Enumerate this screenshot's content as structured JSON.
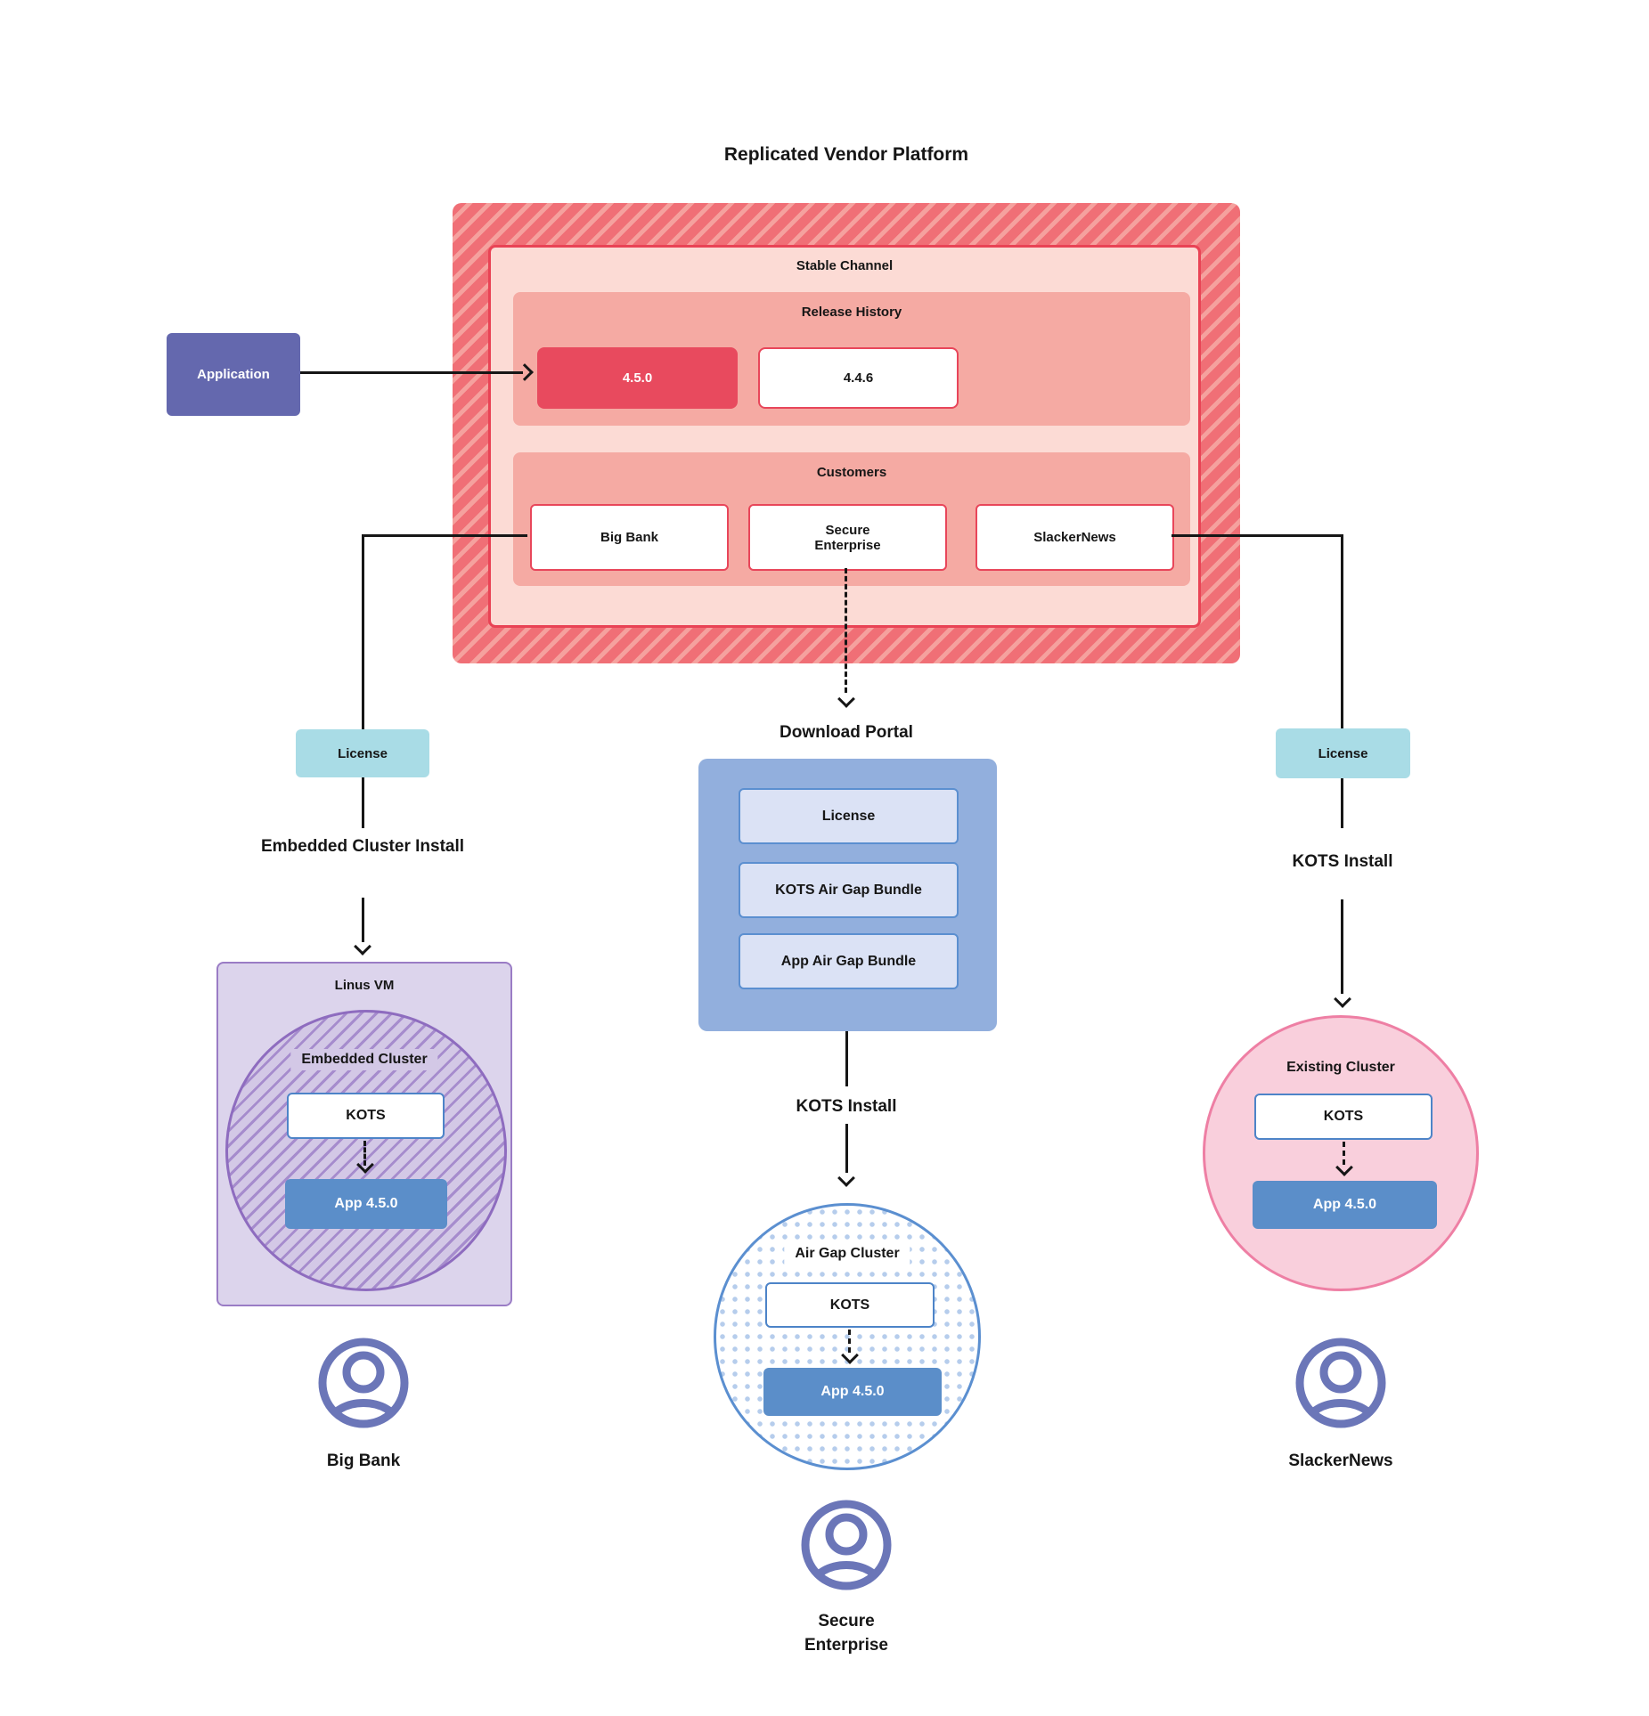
{
  "title": "Replicated Vendor Platform",
  "platform": {
    "stable_channel": "Stable Channel",
    "release_history": {
      "label": "Release History",
      "releases": [
        "4.5.0",
        "4.4.6"
      ]
    },
    "customers": {
      "label": "Customers",
      "items": [
        "Big Bank",
        "Secure Enterprise",
        "SlackerNews"
      ]
    }
  },
  "application": {
    "label": "Application"
  },
  "flows": {
    "embedded": {
      "license": "License",
      "install": "Embedded Cluster Install",
      "vm_label": "Linus VM",
      "cluster_label": "Embedded Cluster",
      "kots": "KOTS",
      "app": "App 4.5.0",
      "customer": "Big Bank"
    },
    "airgap": {
      "portal_title": "Download Portal",
      "portal_items": [
        "License",
        "KOTS Air Gap Bundle",
        "App Air Gap Bundle"
      ],
      "install": "KOTS Install",
      "cluster_label": "Air Gap Cluster",
      "kots": "KOTS",
      "app": "App 4.5.0",
      "customer": "Secure Enterprise"
    },
    "existing": {
      "license": "License",
      "install": "KOTS Install",
      "cluster_label": "Existing Cluster",
      "kots": "KOTS",
      "app": "App 4.5.0",
      "customer": "SlackerNews"
    }
  },
  "colors": {
    "hatch_base": "#f06f76",
    "hatch_stripe": "#f5a19e",
    "stable_fill": "#fcdbd5",
    "stable_border": "#e94355",
    "section_fill": "#f5aaa3",
    "accent_red": "#e84a5e",
    "box_border_red": "#e8465a",
    "application_purple": "#6468ae",
    "license_teal": "#a9dce6",
    "vm_fill": "#dcd4ec",
    "vm_border": "#9a7cc5",
    "cluster_hatch_fill": "#d3c8e6",
    "cluster_hatch_stripe": "#a68ccd",
    "cluster_border_purple": "#8e6cbf",
    "kots_border_blue": "#4d84c8",
    "app_blue": "#5b8ec9",
    "portal_fill": "#92afdd",
    "portal_item_fill": "#dbe2f5",
    "portal_item_border": "#5b8fd0",
    "airgap_border": "#5b8fd0",
    "airgap_dot": "#b6cdec",
    "existing_fill": "#f9cfdc",
    "existing_border": "#ee7fa4",
    "person_indigo": "#6b76b8",
    "line_dark": "#161616"
  }
}
